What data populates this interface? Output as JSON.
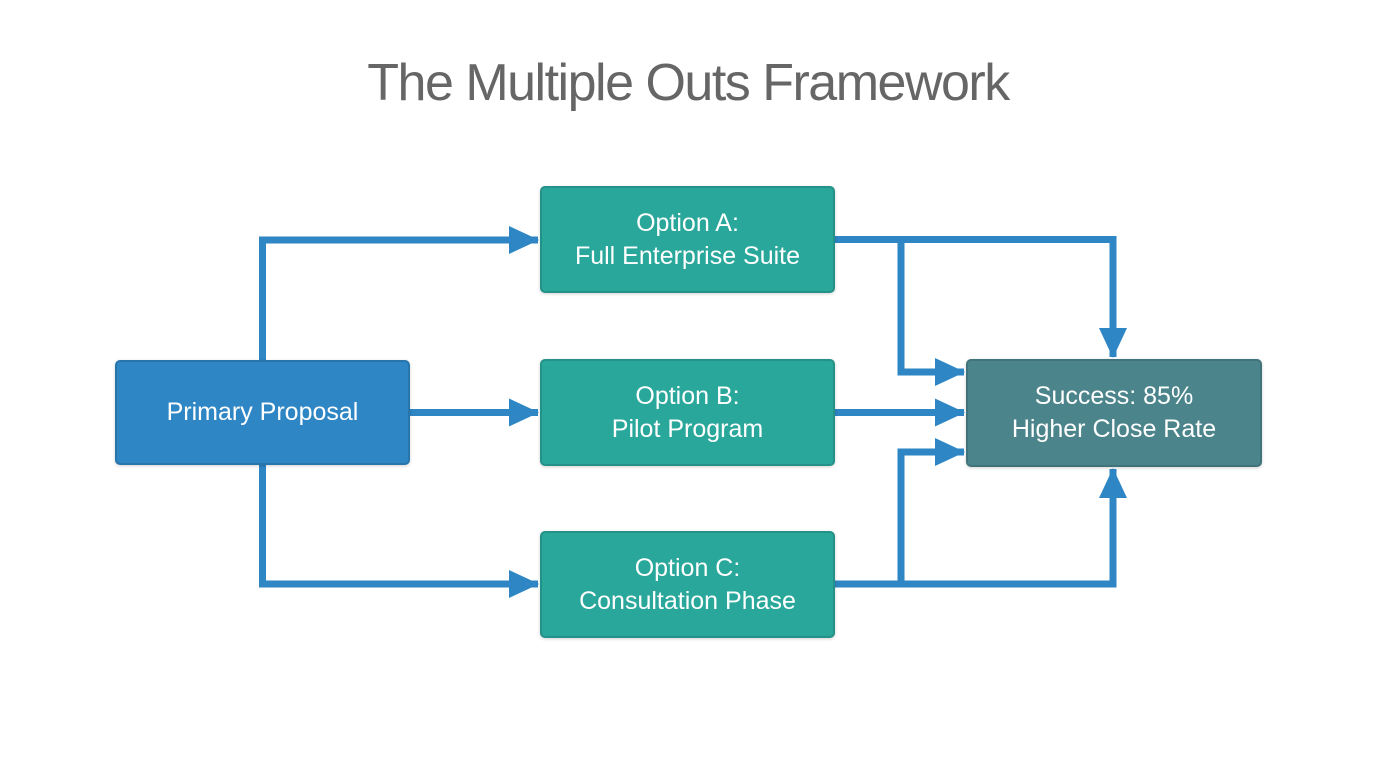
{
  "title": "The Multiple Outs Framework",
  "diagram": {
    "nodes": {
      "primary": {
        "label": "Primary Proposal"
      },
      "option_a": {
        "line1": "Option A:",
        "line2": "Full Enterprise Suite"
      },
      "option_b": {
        "line1": "Option B:",
        "line2": "Pilot Program"
      },
      "option_c": {
        "line1": "Option C:",
        "line2": "Consultation Phase"
      },
      "success": {
        "line1": "Success: 85%",
        "line2": "Higher Close Rate"
      }
    },
    "edges": [
      {
        "from": "Primary Proposal",
        "to": "Option A: Full Enterprise Suite",
        "entry": "left"
      },
      {
        "from": "Primary Proposal",
        "to": "Option B: Pilot Program",
        "entry": "left"
      },
      {
        "from": "Primary Proposal",
        "to": "Option C: Consultation Phase",
        "entry": "left"
      },
      {
        "from": "Option A: Full Enterprise Suite",
        "to": "Success: 85% Higher Close Rate",
        "entry": "left-upper"
      },
      {
        "from": "Option A: Full Enterprise Suite",
        "to": "Success: 85% Higher Close Rate",
        "entry": "top"
      },
      {
        "from": "Option B: Pilot Program",
        "to": "Success: 85% Higher Close Rate",
        "entry": "left-middle"
      },
      {
        "from": "Option C: Consultation Phase",
        "to": "Success: 85% Higher Close Rate",
        "entry": "left-lower"
      },
      {
        "from": "Option C: Consultation Phase",
        "to": "Success: 85% Higher Close Rate",
        "entry": "bottom"
      }
    ]
  },
  "colors": {
    "primary_node": "#2E86C4",
    "option_node": "#2AA79B",
    "success_node": "#4B848B",
    "arrow": "#2E86C4",
    "title_text": "#666666",
    "node_text": "#FFFFFF",
    "background": "#FFFFFF"
  }
}
